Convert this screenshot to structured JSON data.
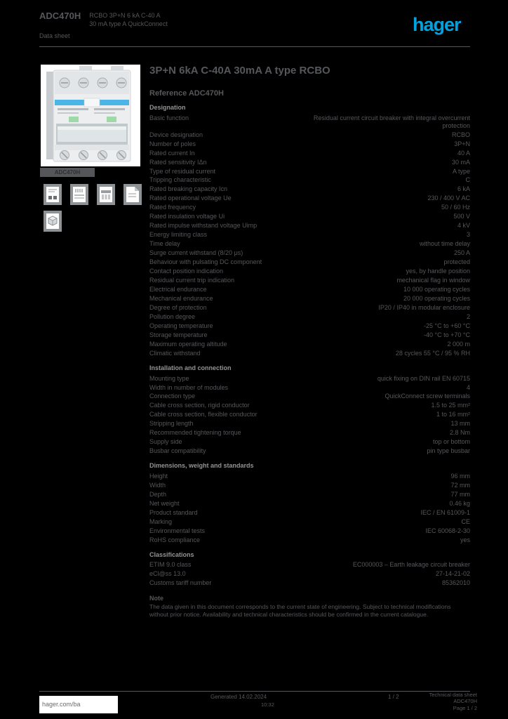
{
  "header": {
    "reference": "ADC470H",
    "description_line1": "RCBO 3P+N 6 kA C-40 A",
    "description_line2": "30 mA type A QuickConnect",
    "subline": "Data sheet",
    "logo_text": "hager"
  },
  "product": {
    "title": "3P+N 6kA C-40A 30mA A type RCBO",
    "reference_label": "Reference ADC470H",
    "image_caption": "ADC470H",
    "brand_color": "#00a3e0",
    "image_alt": "4-module residual current circuit breaker with cyan label stripe"
  },
  "icons": {
    "dimensions_drawing": "dimensioned-drawing-thumbnail",
    "wiring_diagram": "wiring-diagram-thumbnail",
    "characteristic_curve": "characteristic-curve-thumbnail",
    "datasheet_document": "pdf-document-thumbnail",
    "cad_drawing": "cad-drawing-thumbnail"
  },
  "table": {
    "sections": [
      {
        "heading": "Designation",
        "rows": [
          {
            "label": "Basic function",
            "value": "Residual current circuit breaker with integral overcurrent protection"
          },
          {
            "label": "Device designation",
            "value": "RCBO"
          },
          {
            "label": "Number of poles",
            "value": "3P+N"
          },
          {
            "label": "Rated current In",
            "value": "40 A"
          },
          {
            "label": "Rated sensitivity IΔn",
            "value": "30 mA"
          },
          {
            "label": "Type of residual current",
            "value": "A type"
          },
          {
            "label": "Tripping characteristic",
            "value": "C"
          },
          {
            "label": "Rated breaking capacity Icn",
            "value": "6 kA"
          },
          {
            "label": "Rated operational voltage Ue",
            "value": "230 / 400 V AC"
          },
          {
            "label": "Rated frequency",
            "value": "50 / 60 Hz"
          },
          {
            "label": "Rated insulation voltage Ui",
            "value": "500 V"
          },
          {
            "label": "Rated impulse withstand voltage Uimp",
            "value": "4 kV"
          },
          {
            "label": "Energy limiting class",
            "value": "3"
          },
          {
            "label": "Time delay",
            "value": "without time delay"
          },
          {
            "label": "Surge current withstand (8/20 μs)",
            "value": "250 A"
          },
          {
            "label": "Behaviour with pulsating DC component",
            "value": "protected"
          },
          {
            "label": "Contact position indication",
            "value": "yes, by handle position"
          },
          {
            "label": "Residual current trip indication",
            "value": "mechanical flag in window"
          },
          {
            "label": "Electrical endurance",
            "value": "10 000 operating cycles"
          },
          {
            "label": "Mechanical endurance",
            "value": "20 000 operating cycles"
          },
          {
            "label": "Degree of protection",
            "value": "IP20 / IP40 in modular enclosure"
          },
          {
            "label": "Pollution degree",
            "value": "2"
          },
          {
            "label": "Operating temperature",
            "value": "-25 °C to +60 °C"
          },
          {
            "label": "Storage temperature",
            "value": "-40 °C to +70 °C"
          },
          {
            "label": "Maximum operating altitude",
            "value": "2 000 m"
          },
          {
            "label": "Climatic withstand",
            "value": "28 cycles 55 °C / 95 % RH"
          }
        ]
      },
      {
        "heading": "Installation and connection",
        "rows": [
          {
            "label": "Mounting type",
            "value": "quick fixing on DIN rail EN 60715"
          },
          {
            "label": "Width in number of modules",
            "value": "4"
          },
          {
            "label": "Connection type",
            "value": "QuickConnect screw terminals"
          },
          {
            "label": "Cable cross section, rigid conductor",
            "value": "1.5 to 25 mm²"
          },
          {
            "label": "Cable cross section, flexible conductor",
            "value": "1 to 16 mm²"
          },
          {
            "label": "Stripping length",
            "value": "13 mm"
          },
          {
            "label": "Recommended tightening torque",
            "value": "2.8 Nm"
          },
          {
            "label": "Supply side",
            "value": "top or bottom"
          },
          {
            "label": "Busbar compatibility",
            "value": "pin type busbar"
          }
        ]
      },
      {
        "heading": "Dimensions, weight and standards",
        "rows": [
          {
            "label": "Height",
            "value": "96 mm"
          },
          {
            "label": "Width",
            "value": "72 mm"
          },
          {
            "label": "Depth",
            "value": "77 mm"
          },
          {
            "label": "Net weight",
            "value": "0.46 kg"
          },
          {
            "label": "Product standard",
            "value": "IEC / EN 61009-1"
          },
          {
            "label": "Marking",
            "value": "CE"
          },
          {
            "label": "Environmental tests",
            "value": "IEC 60068-2-30"
          },
          {
            "label": "RoHS compliance",
            "value": "yes"
          }
        ]
      },
      {
        "heading": "Classifications",
        "rows": [
          {
            "label": "ETIM 9.0 class",
            "value": "EC000003 – Earth leakage circuit breaker"
          },
          {
            "label": "eCl@ss 13.0",
            "value": "27-14-21-02"
          },
          {
            "label": "Customs tariff number",
            "value": "85362010"
          }
        ]
      }
    ],
    "note_heading": "Note",
    "note_text": "The data given in this document corresponds to the current state of engineering. Subject to technical modifications without prior notice. Availability and technical characteristics should be confirmed in the current catalogue."
  },
  "footer": {
    "url": "hager.com/ba",
    "center_text": "Generated 14.02.2024",
    "center_sub": "10:32",
    "mid_text": "1 / 2",
    "right_lines": [
      "Technical data sheet",
      "ADC470H",
      "Page 1 / 2"
    ]
  }
}
